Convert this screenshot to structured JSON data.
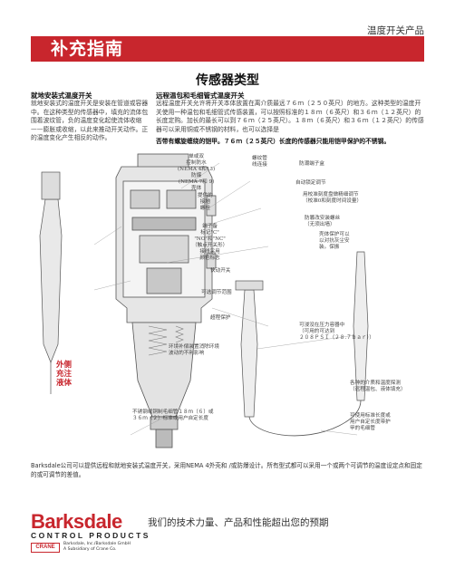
{
  "header": {
    "category": "温度开关产品",
    "banner_title": "补充指南",
    "section_title": "传感器类型"
  },
  "left_col": {
    "heading": "就地安装式温度开关",
    "body": "就地安装式的温度开关是安装在管道或容器中。在这种类型的传感器中，填充的流体包围着波纹管，负的温度变化起使流体收缩——膨胀或收缩，以此来推动开关动作。正的温度变化产生相反的动作。"
  },
  "right_col": {
    "heading": "远程温包和毛细管式温度开关",
    "body": "远程温度开关允许将开关本体放置在离介质最远７６ｍ（２５０英尺）的地方。这种类型的温度开关使用一种温包和毛细管式传感装置，可以按照标准的１８ｍ（６英尺）和３６ｍ（１２英尺）的长度定购。加长的最长可以到７６ｍ（２５英尺）。１８ｍ（６英尺）和３６ｍ（１２英尺）的传感器可以采用铜或不锈钢的材料，也可以选择是",
    "body_bold": "否带有螺旋缠绕的铠甲。７６ｍ（２５英尺）长度的传感器只能用铠甲保护的不锈钢。"
  },
  "diagram_labels": {
    "enclosure": "单或双\n控制防水\n(NEMA 4和13)\n防爆\n(NEMA 7和 9)\n壳体",
    "conduit": "螺纹管\n线连接",
    "terminal_block": "防潮端子盒",
    "adjust_knob": "提供的\n接地\n螺栓",
    "auto_adjust": "自动锁定调节",
    "deadband": "用校准刻度盘做精细调节\n（校准0和刻度时间设量）",
    "wiring": "端子备\n标记\"C\"\n\"NO\"和\"NC\"\n（触点开关形）\n接线采用\n颜色标志",
    "lock_screw": "防篡改安装螺丝\n（无须出墙）",
    "snap_switch": "快动开关",
    "housing": "壳体保护可以\n以对抗灰尘安\n装。保振",
    "range_spring": "可选调节范围",
    "overpressure": "超程保护",
    "pressure_rating": "可浸没在压力容器中\n（可用的可达到\n２０８ＰＳＩ（２８.７ｂａｒ））",
    "ambient": "环境补偿装置消除环境\n波动的不利影响",
    "capillary_desc": "各种的介质和温度探测\n（远程温包、液体填充）",
    "fluid_fill": "外侧\n充注\n液体",
    "stainless": "不锈钢或铜制毛细管１８ｍ（６）或\n３６ｍ（２）标准或用户自定长度",
    "bulb_custom": "可使用标准长度或\n用户自定长度带护\n甲的毛细管"
  },
  "footer_note": "Barksdale公司可以提供远程和就地安装式温度开关，采用NEMA 4外壳和 /或防爆设计。所有型式都可以采用一个或两个可调节的温度设定点和固定的或可调节的差值。",
  "brand": {
    "name": "Barksdale",
    "sub": "CONTROL PRODUCTS",
    "crane": "CRANE",
    "crane_line1": "Barksdale, Inc./Barksdale GmbH",
    "crane_line2": "A Subsidiary of Crane Co.",
    "slogan": "我们的技术力量、产品和性能超出您的预期"
  },
  "colors": {
    "accent": "#c8262d"
  }
}
